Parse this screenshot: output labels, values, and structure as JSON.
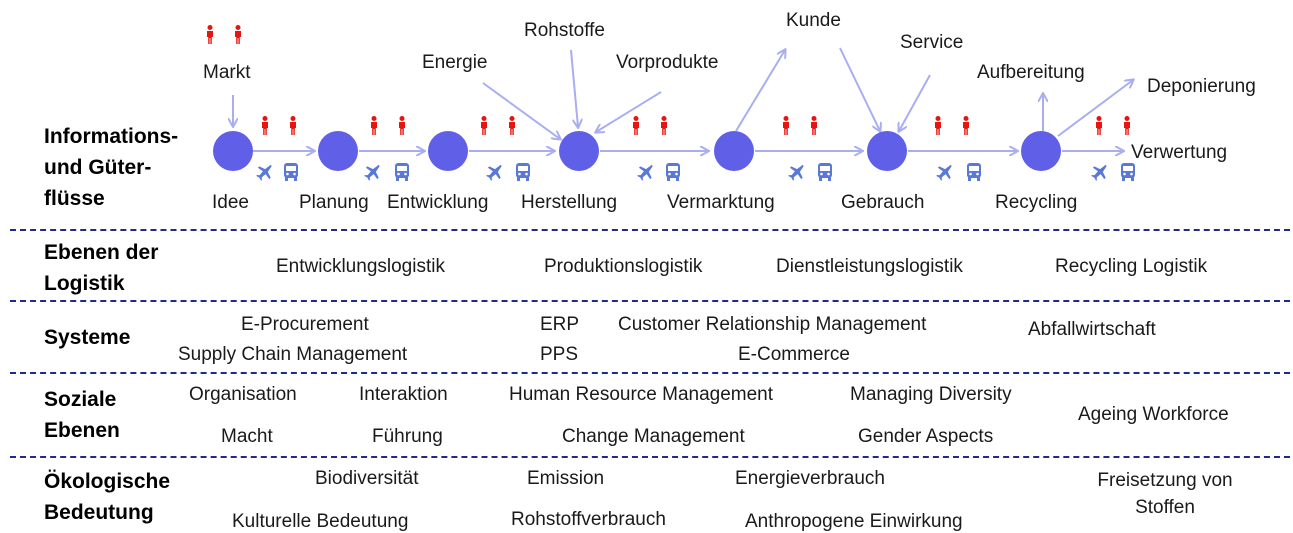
{
  "flow": {
    "heading": [
      "Informations-",
      "und Güter-",
      "flüsse"
    ],
    "stages": [
      "Idee",
      "Planung",
      "Entwicklung",
      "Herstellung",
      "Vermarktung",
      "Gebrauch",
      "Recycling"
    ],
    "inputs": {
      "markt": "Markt",
      "energie": "Energie",
      "rohstoffe": "Rohstoffe",
      "vorprodukte": "Vorprodukte",
      "kunde": "Kunde",
      "service": "Service",
      "aufbereitung": "Aufbereitung",
      "deponierung": "Deponierung",
      "verwertung": "Verwertung"
    }
  },
  "rows": {
    "logistik": {
      "heading": [
        "Ebenen der",
        "Logistik"
      ],
      "items": [
        "Entwicklungslogistik",
        "Produktionslogistik",
        "Dienstleistungslogistik",
        "Recycling Logistik"
      ]
    },
    "systeme": {
      "heading": "Systeme",
      "items": [
        "E-Procurement",
        "Supply Chain Management",
        "ERP",
        "PPS",
        "Customer Relationship Management",
        "E-Commerce",
        "Abfallwirtschaft"
      ]
    },
    "sozial": {
      "heading": [
        "Soziale",
        "Ebenen"
      ],
      "items": [
        "Organisation",
        "Interaktion",
        "Human Resource Management",
        "Managing Diversity",
        "Macht",
        "Führung",
        "Change Management",
        "Gender Aspects",
        "Ageing Workforce"
      ]
    },
    "oeko": {
      "heading": [
        "Ökologische",
        "Bedeutung"
      ],
      "items": [
        "Biodiversität",
        "Emission",
        "Energieverbrauch",
        "Kulturelle Bedeutung",
        "Rohstoffverbrauch",
        "Anthropogene Einwirkung",
        "Freisetzung von",
        "Stoffen"
      ]
    }
  },
  "colors": {
    "node": "#5f5fe8",
    "arrow": "#a9aef0",
    "person": "#e8140f",
    "vehicle": "#5a78d6",
    "separator": "#1f2a8c"
  },
  "icons": [
    "person-icon",
    "airplane-icon",
    "bus-icon"
  ]
}
